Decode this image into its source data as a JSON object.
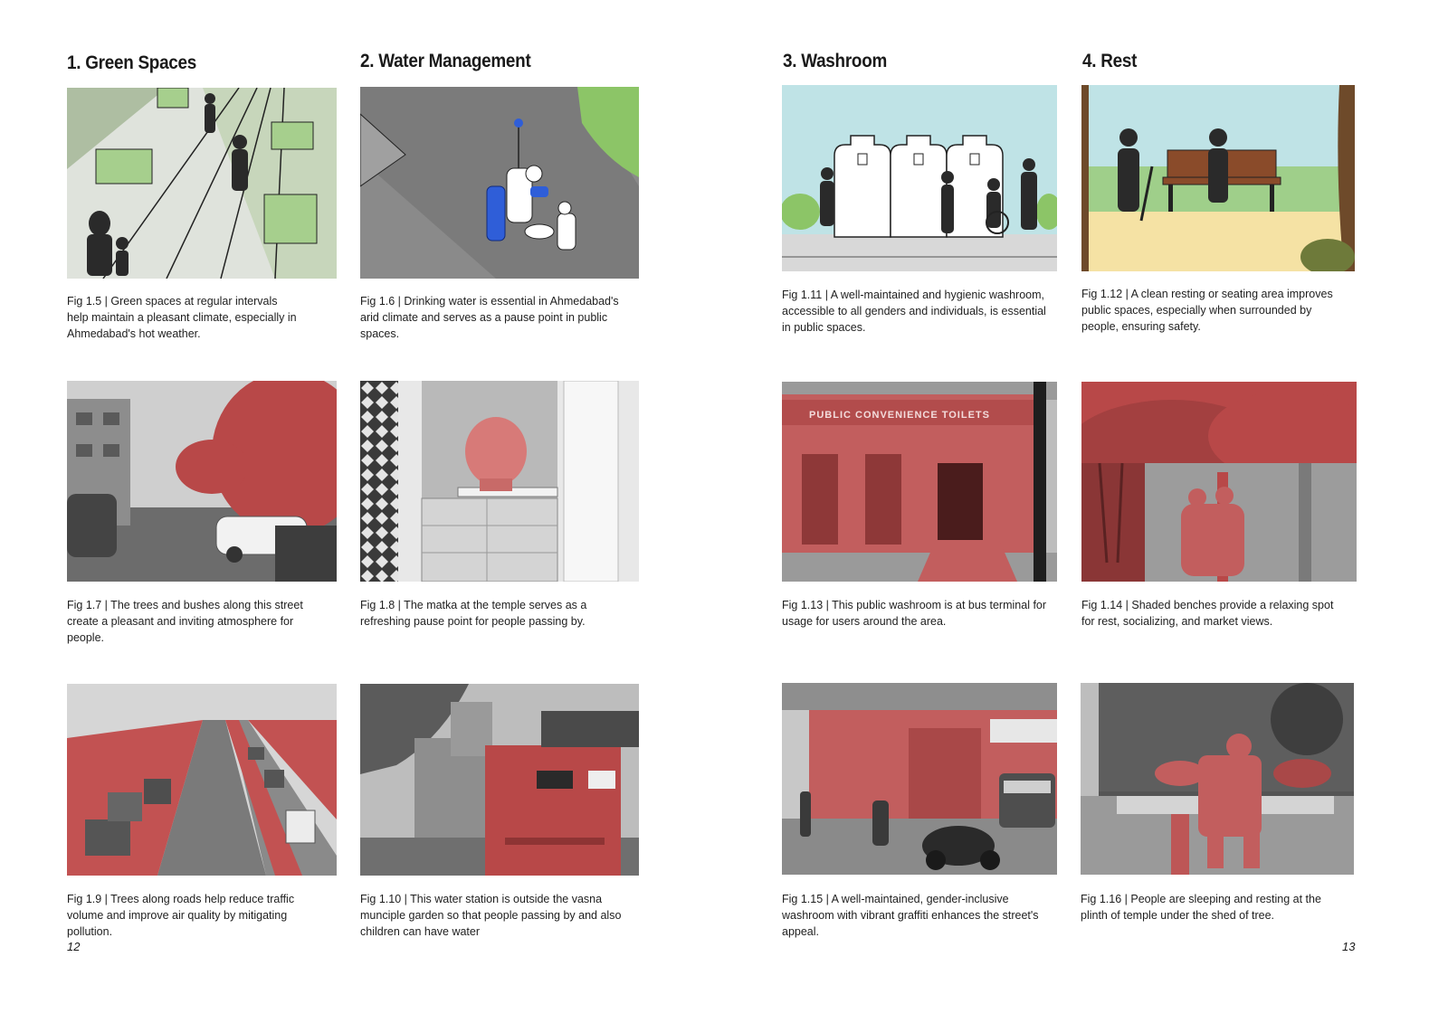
{
  "pages": {
    "left": {
      "number": "12",
      "columns": [
        {
          "heading": "1. Green Spaces",
          "figures": [
            {
              "caption": "Fig 1.5 | Green spaces at regular intervals\nhelp maintain a pleasant climate, especially in\nAhmedabad's hot weather."
            },
            {
              "caption": "Fig 1.7 | The trees and bushes along this street\ncreate a pleasant and inviting atmosphere for\npeople."
            },
            {
              "caption": "Fig 1.9 | Trees along roads help reduce traffic\nvolume and improve air quality by mitigating\npollution."
            }
          ]
        },
        {
          "heading": "2. Water Management",
          "figures": [
            {
              "caption": "Fig 1.6 | Drinking water is essential in Ahmedabad's\narid climate and serves as a pause point in public\nspaces."
            },
            {
              "caption": "Fig 1.8 | The matka at the temple serves as a\nrefreshing pause point for people passing by."
            },
            {
              "caption": "Fig 1.10 | This water station is outside the vasna\nmunciple garden so that people passing by and also\nchildren can have water"
            }
          ]
        }
      ]
    },
    "right": {
      "number": "13",
      "columns": [
        {
          "heading": "3. Washroom",
          "figures": [
            {
              "caption": "Fig 1.11 | A well-maintained and hygienic washroom,\naccessible to all genders and individuals, is essential\nin public spaces."
            },
            {
              "caption": "Fig 1.13 | This public washroom is at bus terminal for\nusage for users around the area."
            },
            {
              "caption": "Fig 1.15 | A well-maintained, gender-inclusive\nwashroom with vibrant graffiti enhances the street's\nappeal."
            }
          ]
        },
        {
          "heading": "4. Rest",
          "figures": [
            {
              "caption": "Fig 1.12 | A clean resting or seating area improves\npublic spaces, especially when surrounded by\npeople, ensuring safety."
            },
            {
              "caption": "Fig 1.14 | Shaded benches provide a relaxing spot\nfor rest, socializing, and market views."
            },
            {
              "caption": "Fig 1.16 | People are sleeping and resting at the\nplinth of temple under the shed of tree."
            }
          ]
        }
      ]
    }
  },
  "signage": {
    "washroom_board": "PUBLIC CONVENIENCE  TOILETS"
  },
  "colors": {
    "highlight_red": "#b84848",
    "illustration_green": "#b9d3a8",
    "sky_blue": "#bfe3e6",
    "sand_yellow": "#f5e2a4"
  }
}
